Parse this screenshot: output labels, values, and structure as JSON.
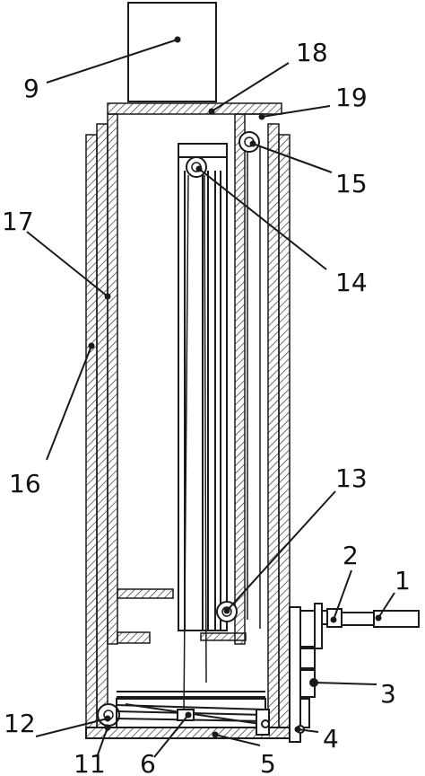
{
  "labels": {
    "l1": "1",
    "l2": "2",
    "l3": "3",
    "l4": "4",
    "l5": "5",
    "l6": "6",
    "l9": "9",
    "l11": "11",
    "l12": "12",
    "l13": "13",
    "l14": "14",
    "l15": "15",
    "l16": "16",
    "l17": "17",
    "l18": "18",
    "l19": "19"
  },
  "colors": {
    "line": "#1a1a1a",
    "hatch": "#333333",
    "background": "#ffffff"
  }
}
